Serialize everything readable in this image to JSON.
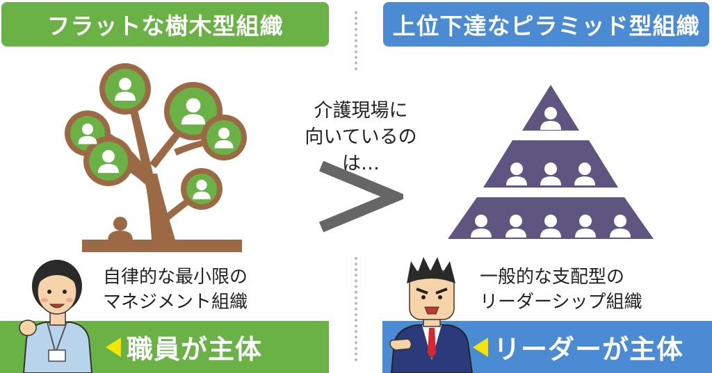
{
  "left_title": "フラットな樹木型組織",
  "right_title": "上位下達なピラミッド型組織",
  "center_caption": [
    "介護現場に",
    "向いているのは…"
  ],
  "left_caption": [
    "自律的な最小限の",
    "マネジメント組織"
  ],
  "right_caption": [
    "一般的な支配型の",
    "リーダーシップ組織"
  ],
  "left_bar_label": "職員が主体",
  "right_bar_label": "リーダーが主体",
  "colors": {
    "green": "#6ab246",
    "blue": "#4a8bd4",
    "trunk": "#9b6a44",
    "pyramid": "#5e5680",
    "greater_than": "#666666",
    "pointer": "#f3e500"
  }
}
